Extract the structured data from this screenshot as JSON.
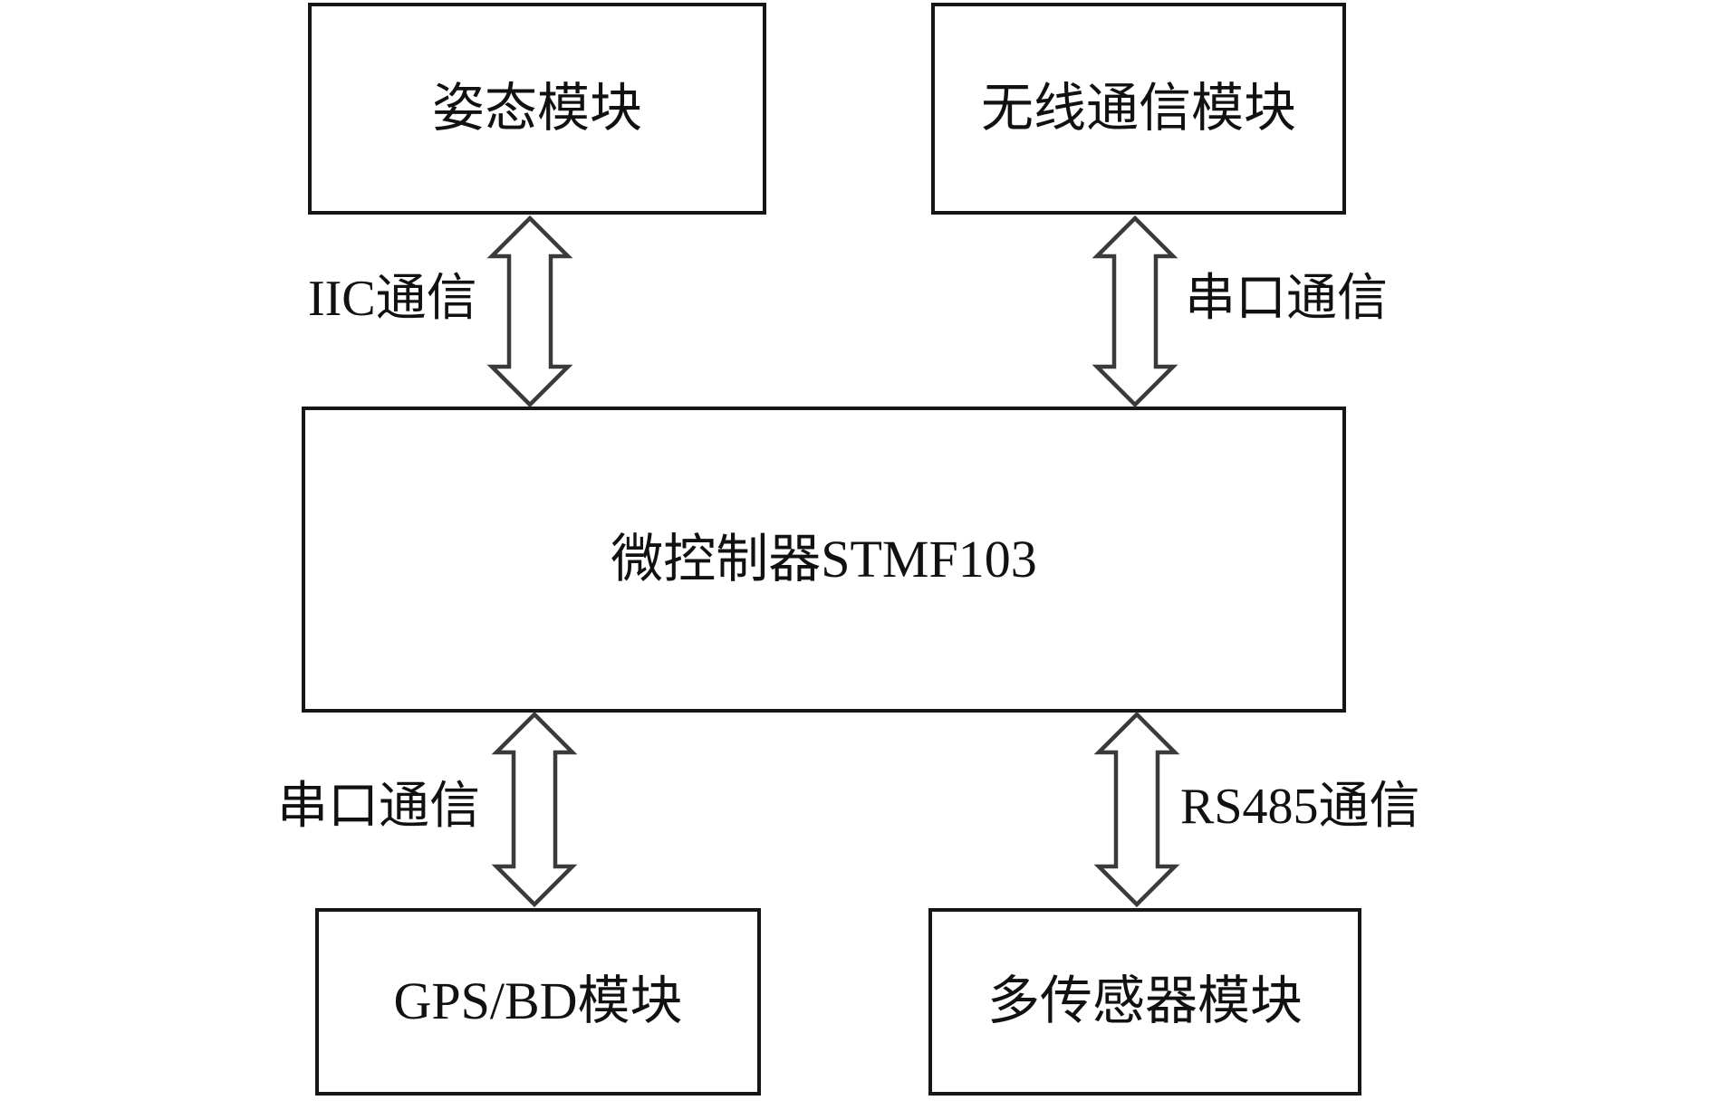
{
  "diagram": {
    "title": "",
    "boxes": [
      {
        "id": "attitude",
        "label": "姿态模块"
      },
      {
        "id": "wireless",
        "label": "无线通信模块"
      },
      {
        "id": "mcu",
        "label": "微控制器STMF103"
      },
      {
        "id": "gps",
        "label": "GPS/BD模块"
      },
      {
        "id": "sensors",
        "label": "多传感器模块"
      }
    ],
    "connections": [
      {
        "from": "attitude",
        "to": "mcu",
        "label": "IIC通信",
        "label_side": "left",
        "arrow": "double-headed"
      },
      {
        "from": "wireless",
        "to": "mcu",
        "label": "串口通信",
        "label_side": "right",
        "arrow": "double-headed"
      },
      {
        "from": "mcu",
        "to": "gps",
        "label": "串口通信",
        "label_side": "left",
        "arrow": "double-headed"
      },
      {
        "from": "mcu",
        "to": "sensors",
        "label": "RS485通信",
        "label_side": "right",
        "arrow": "double-headed"
      }
    ],
    "colors": {
      "background": "#ffffff",
      "box_border": "#161616",
      "arrow_outline": "#3a3a3a",
      "arrow_fill": "#ffffff",
      "text": "#111111"
    }
  }
}
